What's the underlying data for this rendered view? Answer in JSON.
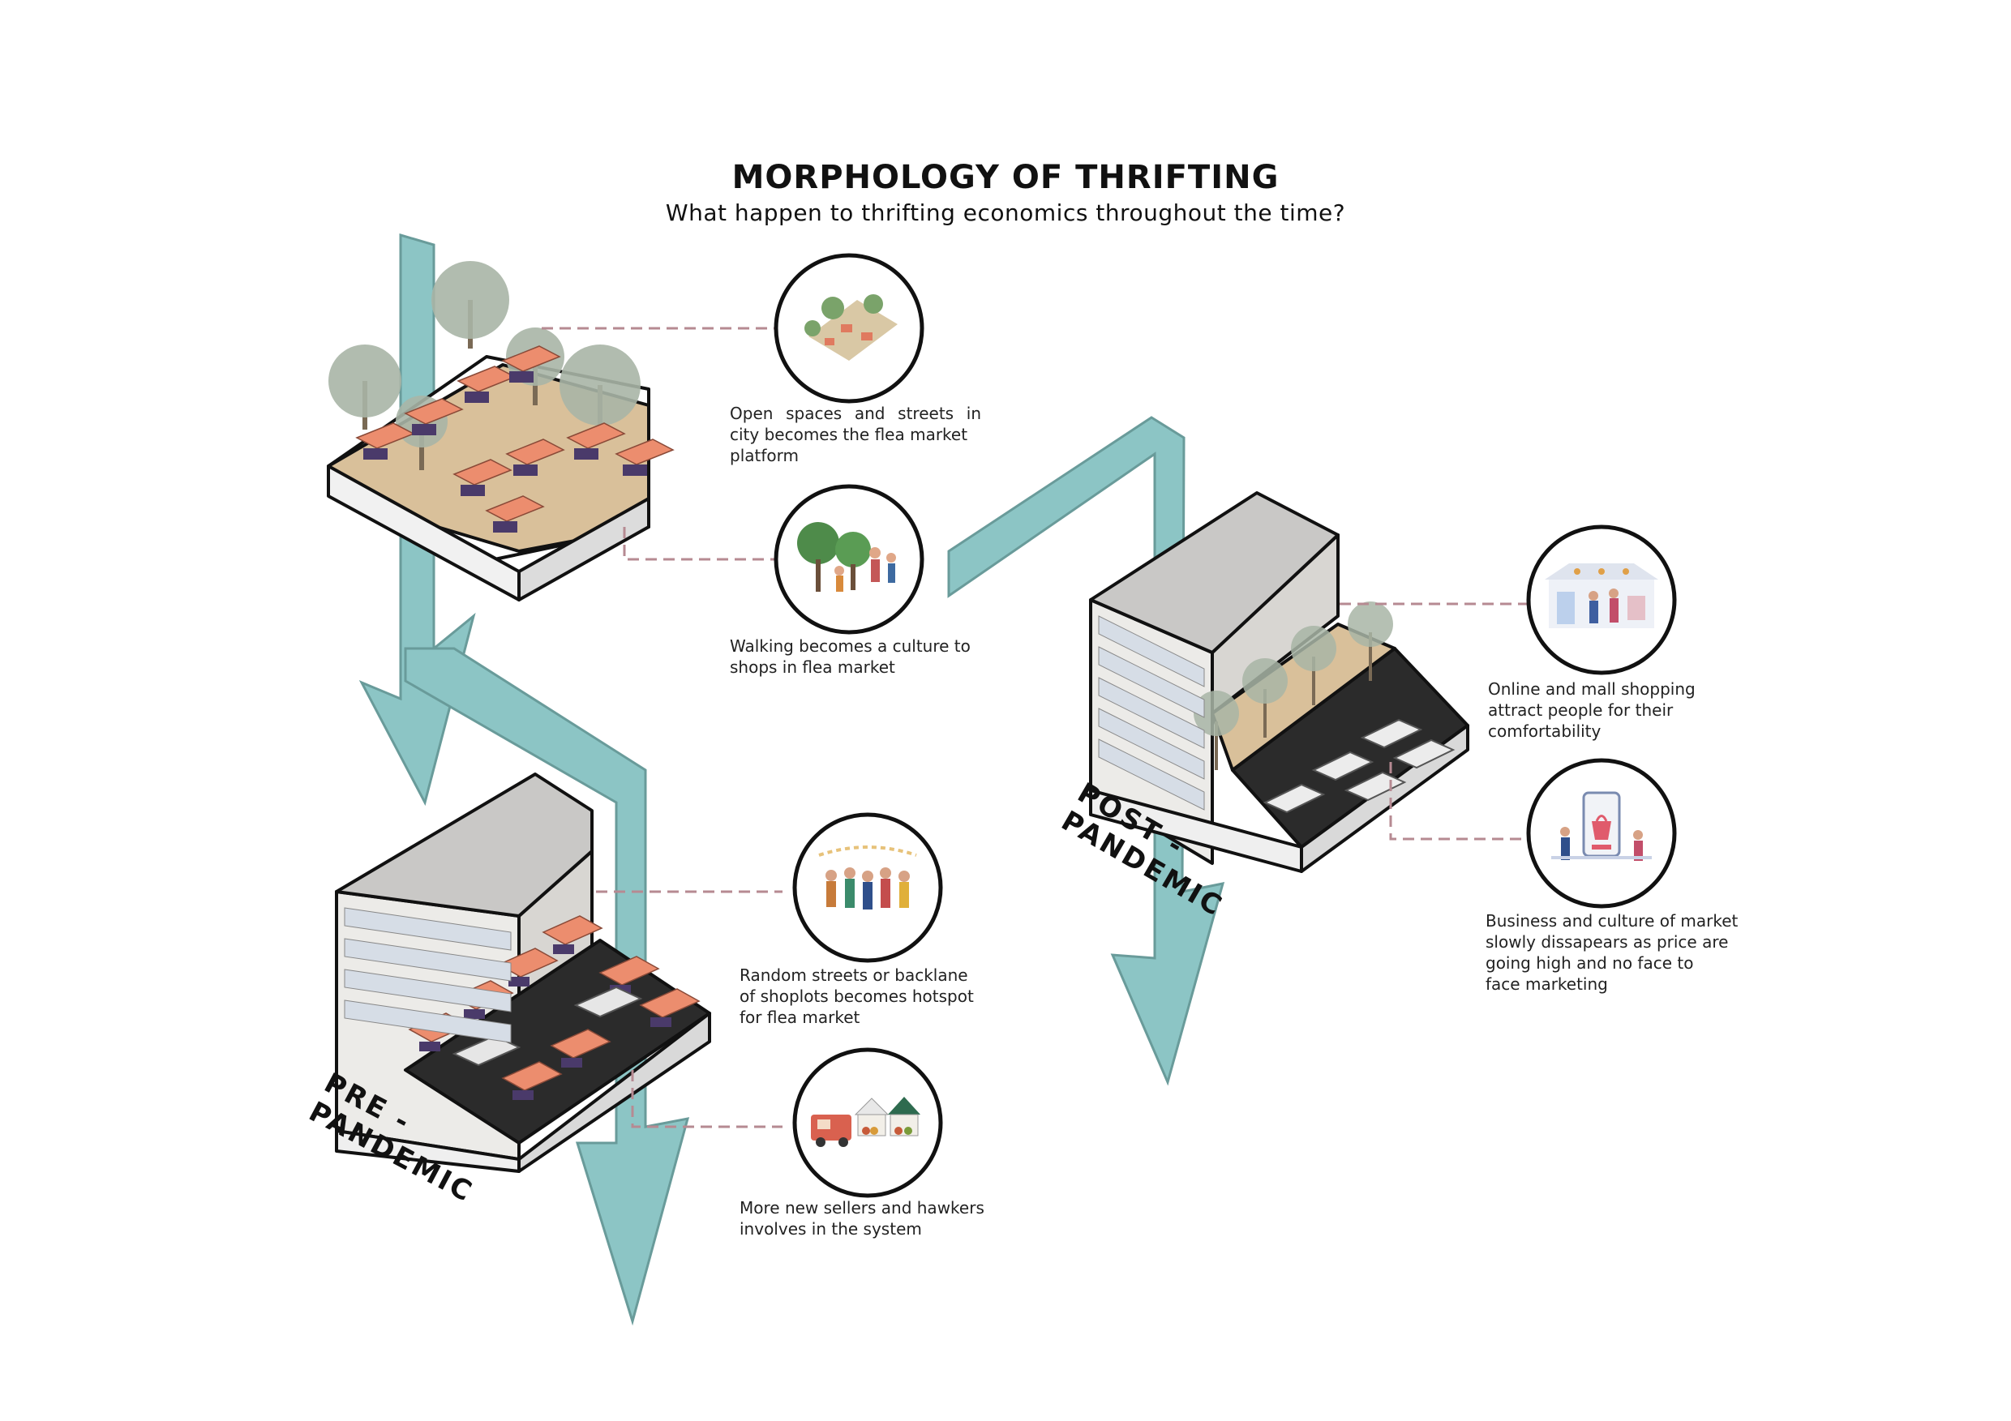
{
  "title": "MORPHOLOGY OF THRIFTING",
  "subtitle": "What happen to thrifting economics throughout the time?",
  "eras": {
    "pre_line1": "PRE -",
    "pre_line2": "PANDEMIC",
    "post_line1": "POST -",
    "post_line2": "PANDEMIC"
  },
  "captions": {
    "open_spaces": [
      "Open spaces and streets in",
      "city becomes the flea market",
      "platform"
    ],
    "walking": [
      "Walking becomes a culture to",
      "shops in flea market"
    ],
    "random_streets": [
      "Random streets or backlane",
      "of shoplots becomes hotspot",
      "for flea market"
    ],
    "new_sellers": [
      "More new sellers and hawkers",
      "involves in the system"
    ],
    "online_mall": [
      "Online and mall shopping",
      "attract people for their",
      "comfortability"
    ],
    "business_culture": [
      "Business and culture of market",
      "slowly dissapears as price are",
      "going high and no face to",
      "face marketing"
    ]
  },
  "icons": {
    "park_market": "park-market-icon",
    "walking_people": "walking-people-icon",
    "crowd": "crowd-icon",
    "food_truck": "food-truck-stalls-icon",
    "mall_shop": "mall-shop-icon",
    "online_shop": "online-shopping-icon"
  },
  "colors": {
    "arrow": "#79bcbb",
    "arrow_stroke": "#4f8a89",
    "canopy": "#ec8d6e",
    "dash": "#b68a92",
    "road": "#2b2b2b",
    "ground": "#d9c09a",
    "tree": "#a8b5a6",
    "building": "#ecebe8"
  }
}
